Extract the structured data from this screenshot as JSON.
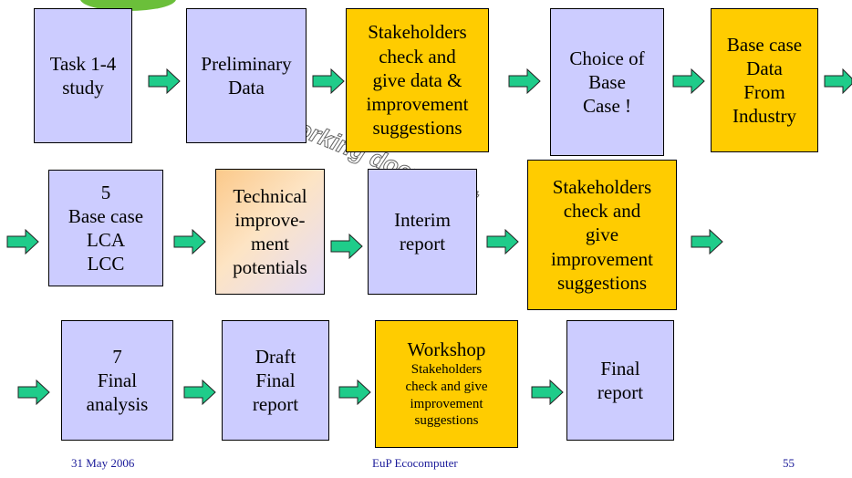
{
  "diagram": {
    "row1": [
      {
        "text": "Task 1-4\nstudy"
      },
      {
        "text": "Preliminary\nData"
      },
      {
        "text": "Stakeholders\ncheck and\ngive data &\nimprovement\nsuggestions"
      },
      {
        "text": "Choice of\nBase\nCase !"
      },
      {
        "text": "Base case\nData\nFrom\nIndustry"
      }
    ],
    "row2": [
      {
        "text": "5\nBase case\nLCA\nLCC"
      },
      {
        "text": "Technical\nimprove-\nment\npotentials"
      },
      {
        "text": "Interim\nreport"
      },
      {
        "text": "Stakeholders\ncheck and\ngive\nimprovement\nsuggestions"
      }
    ],
    "row3": [
      {
        "text": "7\nFinal\nanalysis"
      },
      {
        "text": "Draft\nFinal\nreport"
      },
      {
        "title": "Workshop",
        "text": "Stakeholders\ncheck and give\nimprovement\nsuggestions"
      },
      {
        "text": "Final\nreport"
      }
    ]
  },
  "watermark": "Working document",
  "footer": {
    "date": "31 May 2006",
    "title": "EuP Ecocomputer",
    "page": "55"
  },
  "colors": {
    "process_box": "#ccccff",
    "stakeholder_box": "#ffcc00",
    "arrow": "#1fcc8a"
  },
  "icons": [
    "right-arrow-icon"
  ]
}
